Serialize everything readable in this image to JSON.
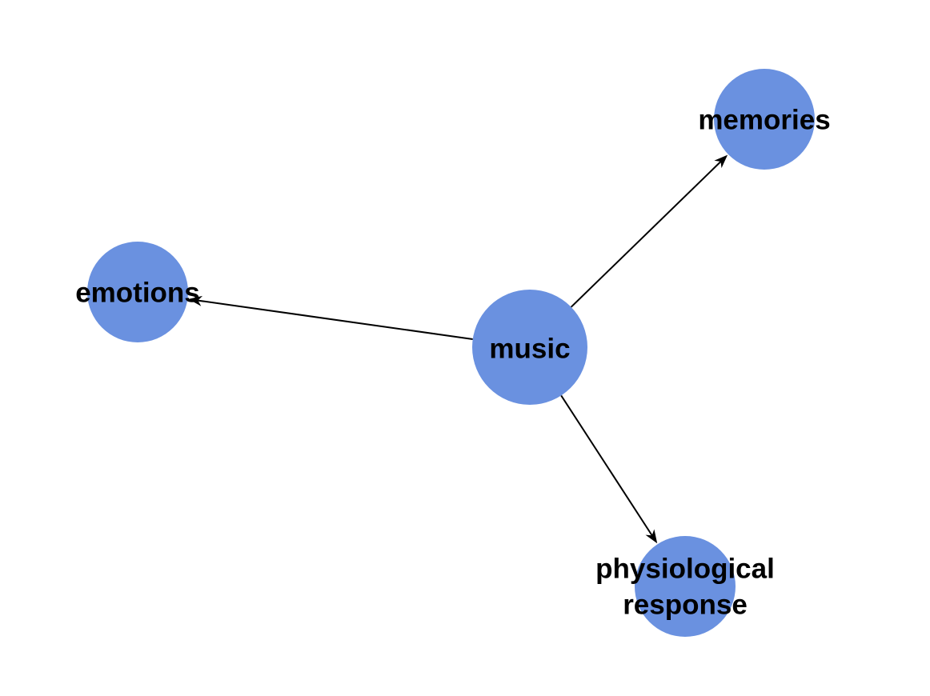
{
  "diagram": {
    "type": "directed-graph",
    "colors": {
      "node_fill": "#6a91e0",
      "edge": "#000000",
      "label": "#000000",
      "background": "#ffffff"
    },
    "nodes": [
      {
        "id": "music",
        "label_lines": [
          "music"
        ]
      },
      {
        "id": "memories",
        "label_lines": [
          "memories"
        ]
      },
      {
        "id": "emotions",
        "label_lines": [
          "emotions"
        ]
      },
      {
        "id": "physiological_response",
        "label_lines": [
          "physiological",
          "response"
        ]
      }
    ],
    "edges": [
      {
        "from": "music",
        "to": "memories"
      },
      {
        "from": "music",
        "to": "emotions"
      },
      {
        "from": "music",
        "to": "physiological_response"
      }
    ]
  }
}
